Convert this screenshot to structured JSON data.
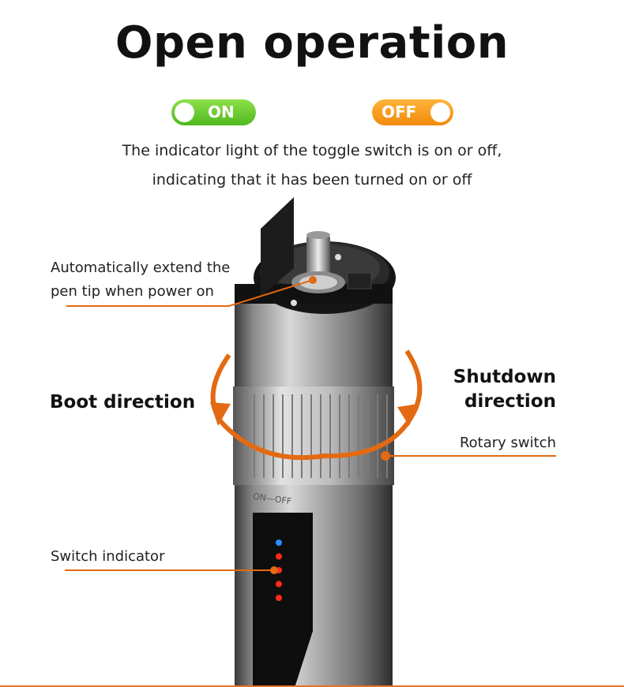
{
  "title": "Open operation",
  "toggles": {
    "on_label": "ON",
    "off_label": "OFF"
  },
  "description": {
    "line1": "The indicator light of the toggle switch is on or off,",
    "line2": "indicating that it has been turned on or off"
  },
  "callouts": {
    "pen_tip_line1": "Automatically extend the",
    "pen_tip_line2": "pen tip when power on",
    "boot_direction": "Boot direction",
    "shutdown_line1": "Shutdown",
    "shutdown_line2": "direction",
    "rotary_switch": "Rotary switch",
    "switch_indicator": "Switch indicator"
  },
  "device_markings": {
    "on_off": "ON—OFF"
  },
  "colors": {
    "accent": "#e36a12",
    "toggle_on": "#5cc428",
    "toggle_off": "#f39414",
    "led_blue": "#2f8cff",
    "led_red": "#ff2a1a"
  },
  "indicator_leds": [
    "blue",
    "red",
    "red",
    "red",
    "red"
  ]
}
